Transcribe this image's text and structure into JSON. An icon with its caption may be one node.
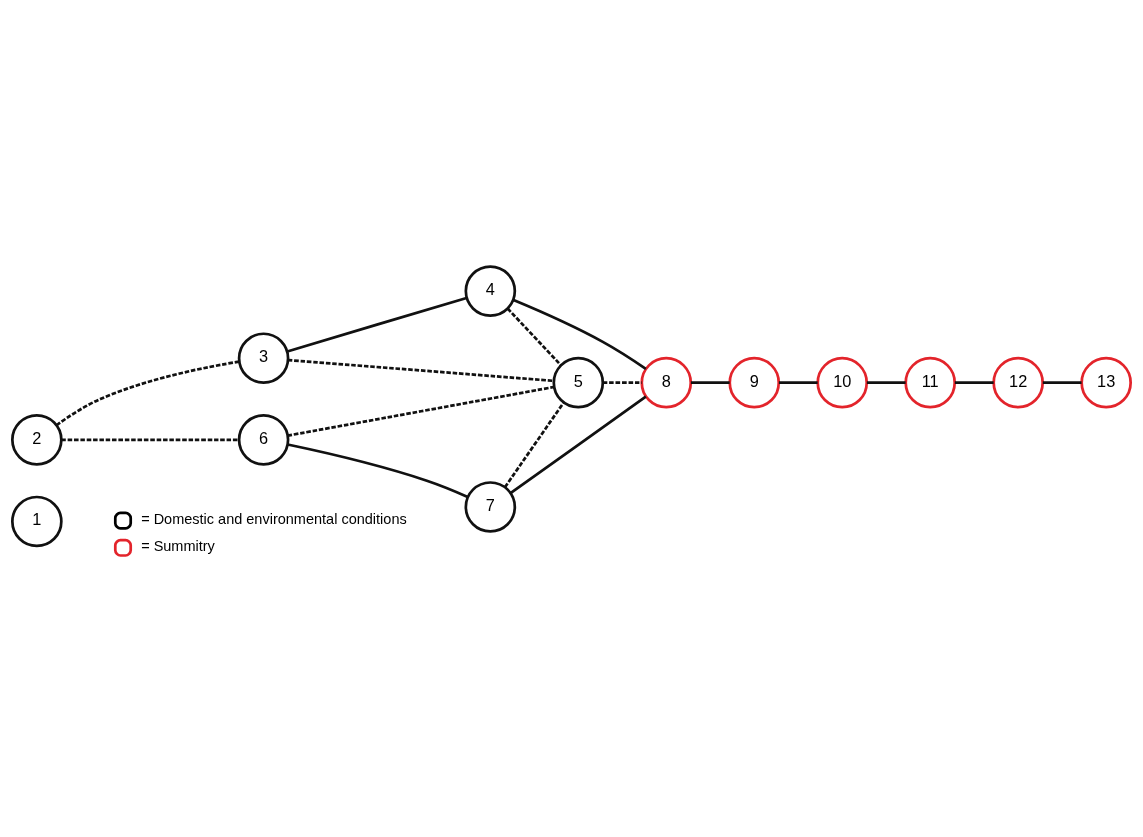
{
  "diagram": {
    "nodes": [
      {
        "text": [
          "1"
        ]
      },
      {
        "text": [
          "2"
        ]
      },
      {
        "text": [
          "3"
        ]
      },
      {
        "text": [
          "4"
        ]
      },
      {
        "text": [
          "5"
        ]
      },
      {
        "text": [
          "6"
        ]
      },
      {
        "text": [
          "7"
        ]
      },
      {
        "text": [
          "8"
        ]
      },
      {
        "text": [
          "9"
        ]
      },
      {
        "text": [
          "10"
        ]
      },
      {
        "text": [
          "11"
        ]
      },
      {
        "text": [
          "12"
        ]
      },
      {
        "text": [
          "13"
        ]
      }
    ],
    "edges": [
      {
        "from": 2,
        "to": 3,
        "arrow": "none"
      },
      {
        "from": 1,
        "to": 2,
        "arrow": "none",
        "style": "dashed"
      },
      {
        "from": 2,
        "to": 4,
        "arrow": "none",
        "style": "dashed"
      },
      {
        "from": 3,
        "to": 4,
        "arrow": "none",
        "style": "dashed"
      },
      {
        "from": 3,
        "to": 7,
        "arrow": "none"
      },
      {
        "from": 4,
        "to": 7,
        "arrow": "none",
        "style": "dashed"
      },
      {
        "from": 1,
        "to": 5,
        "arrow": "none",
        "style": "dashed"
      },
      {
        "from": 5,
        "to": 4,
        "arrow": "none",
        "style": "dashed"
      },
      {
        "from": 6,
        "to": 4,
        "arrow": "none",
        "style": "dashed"
      },
      {
        "from": 5,
        "to": 6,
        "arrow": "none"
      },
      {
        "from": 6,
        "to": 7,
        "arrow": "none"
      },
      {
        "from": 7,
        "to": 8,
        "arrow": "none"
      },
      {
        "from": 8,
        "to": 9,
        "arrow": "none"
      },
      {
        "from": 9,
        "to": 10,
        "arrow": "none"
      },
      {
        "from": 10,
        "to": 11,
        "arrow": "none"
      },
      {
        "from": 11,
        "to": 12,
        "arrow": "none"
      }
    ],
    "legend": [
      {
        "text": "= Domestic and environmental conditions",
        "color": "#000000"
      },
      {
        "text": "= Summitry",
        "color": "#e3242b"
      }
    ]
  }
}
